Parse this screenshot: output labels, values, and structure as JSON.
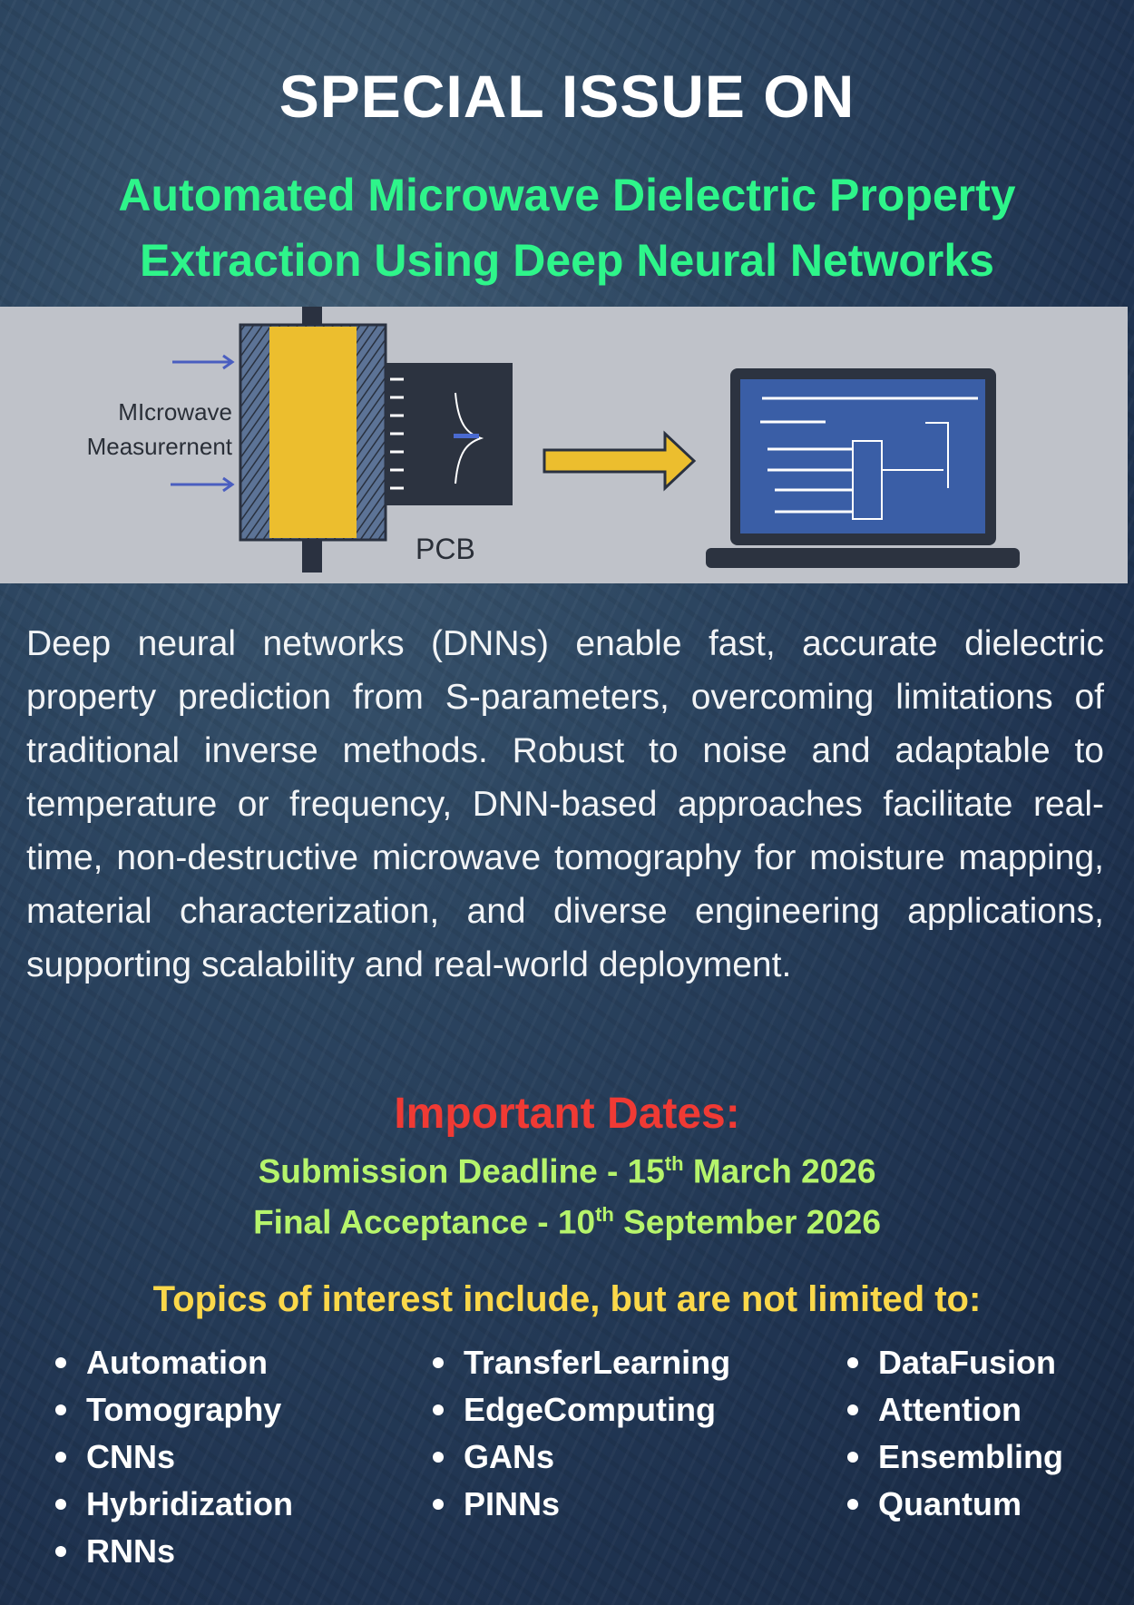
{
  "header": {
    "title": "SPECIAL ISSUE ON",
    "subtitle_line1": "Automated Microwave Dielectric Property",
    "subtitle_line2": "Extraction Using Deep Neural Networks"
  },
  "illustration": {
    "label_line1": "MIcrowave",
    "label_line2": "Measurernent",
    "pcb_label": "PCB"
  },
  "description": "Deep neural networks (DNNs) enable fast, accurate dielectric property prediction from S-parameters, overcoming limitations of traditional inverse methods. Robust to noise and adaptable to temperature or frequency, DNN-based approaches facilitate real-time, non-destructive microwave tomography for moisture mapping, material characterization, and diverse engineering applications, supporting scalability and real-world deployment.",
  "dates": {
    "heading": "Important Dates:",
    "submission": {
      "prefix": "Submission Deadline - 15",
      "sup": "th",
      "suffix": " March 2026"
    },
    "acceptance": {
      "prefix": "Final Acceptance - 10",
      "sup": "th",
      "suffix": " September 2026"
    }
  },
  "topics": {
    "heading": "Topics of interest include, but are not limited to:",
    "col1": [
      "Automation",
      "Tomography",
      "CNNs",
      "Hybridization",
      "RNNs"
    ],
    "col2": [
      "TransferLearning",
      "EdgeComputing",
      "GANs",
      "PINNs"
    ],
    "col3": [
      "DataFusion",
      "Attention",
      "Ensembling",
      "Quantum"
    ]
  },
  "colors": {
    "subtitle": "#2ef58a",
    "dates_heading": "#f03a34",
    "dates": "#b6f46c",
    "topics_heading": "#fbd84a"
  }
}
